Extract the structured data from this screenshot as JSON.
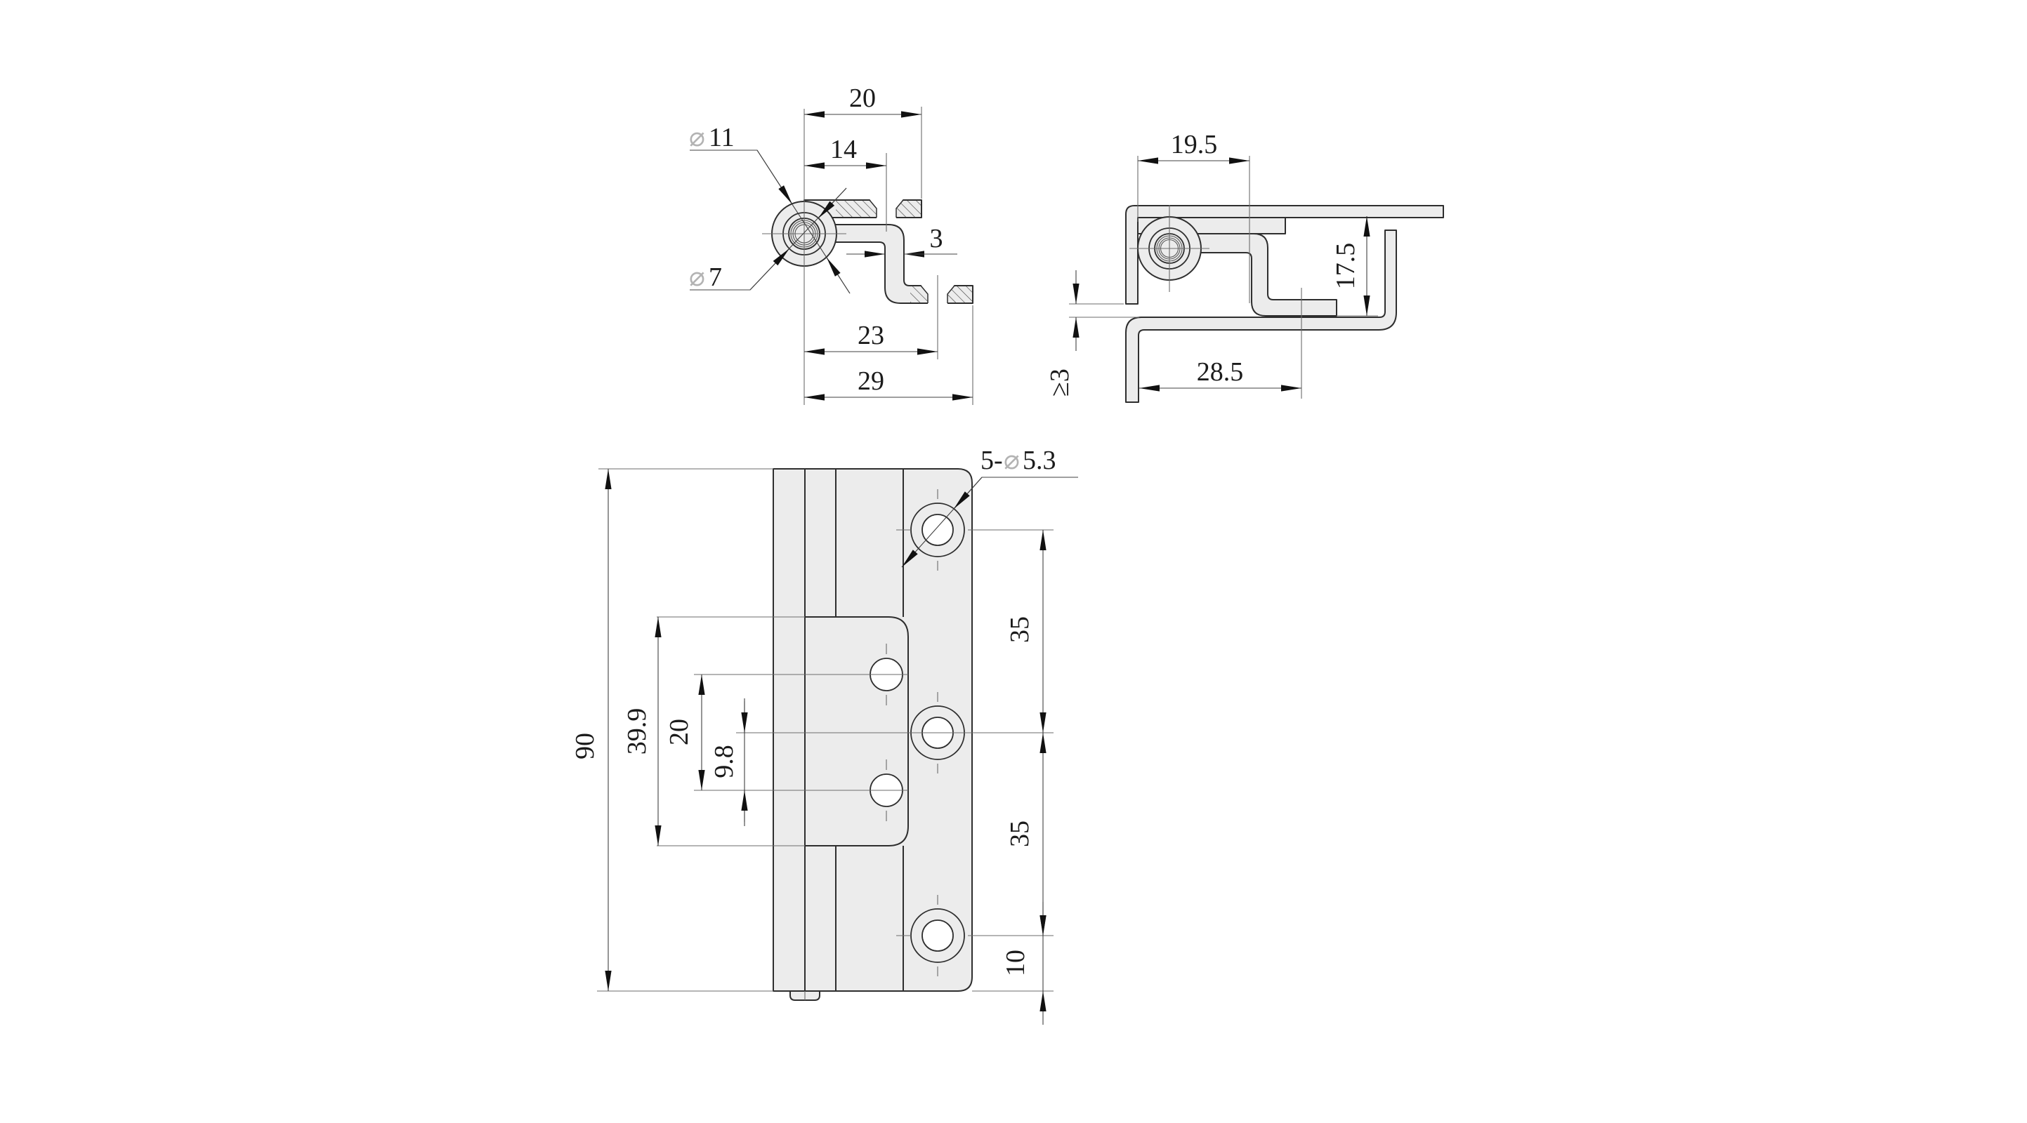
{
  "drawing": {
    "kind": "hinge-engineering-drawing",
    "background_color": "#ffffff",
    "part_fill_color": "#ececec",
    "line_color": "#2e2e2e"
  },
  "section_view": {
    "dim_leaf_width": "20",
    "dim_hole_offset": "14",
    "dim_thickness": "3",
    "dim_lower_hole_offset": "23",
    "dim_total_depth": "29",
    "label_knuckle_dia": {
      "phi": "⌀",
      "value": "11"
    },
    "label_pin_dia": {
      "phi": "⌀",
      "value": "7"
    }
  },
  "installed_view": {
    "dim_top_offset": "19.5",
    "dim_height": "17.5",
    "dim_clearance": "≥3",
    "dim_bottom_offset": "28.5"
  },
  "front_view": {
    "dim_total_height": "90",
    "dim_center_leaf_height": "39.9",
    "dim_slot_hole_spacing": "20",
    "dim_slot_hole_offset": "9.8",
    "dim_hole_pitch_upper": "35",
    "dim_hole_pitch_lower": "35",
    "dim_hole_edge_distance": "10",
    "label_mount_holes": {
      "prefix": "5-",
      "phi": "⌀",
      "value": "5.3"
    }
  }
}
